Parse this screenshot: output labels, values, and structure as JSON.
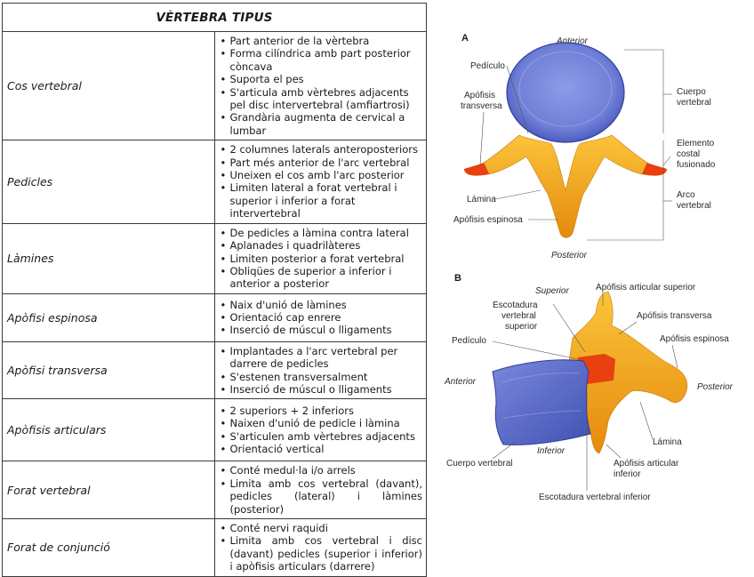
{
  "table": {
    "title": "VÈRTEBRA TIPUS",
    "rows": [
      {
        "term": "Cos vertebral",
        "items": [
          "Part anterior de la vèrtebra",
          "Forma cilíndrica amb part posterior còncava",
          "Suporta el pes",
          "S'articula amb vèrtebres adjacents pel disc intervertebral (amfiartrosi)",
          "Grandària augmenta de cervical a lumbar"
        ]
      },
      {
        "term": "Pedicles",
        "items": [
          "2 columnes laterals anteroposteriors",
          "Part més anterior de l'arc vertebral",
          "Uneixen el cos amb l'arc posterior",
          "Limiten lateral a forat vertebral i superior i inferior a forat intervertebral"
        ]
      },
      {
        "term": "Làmines",
        "items": [
          "De pedicles a làmina contra lateral",
          "Aplanades i quadrilàteres",
          "Limiten posterior a forat vertebral",
          "Obliqües de superior a inferior i anterior a posterior"
        ]
      },
      {
        "term": "Apòfisi espinosa",
        "items": [
          "Naix d'unió de làmines",
          "Orientació cap enrere",
          "Inserció de múscul o lligaments"
        ]
      },
      {
        "term": "Apòfisi transversa",
        "items": [
          "Implantades a l'arc vertebral per darrere de pedicles",
          "S'estenen transversalment",
          "Inserció de múscul o lligaments"
        ]
      },
      {
        "term": "Apòfisis articulars",
        "items": [
          "2 superiors + 2 inferiors",
          "Naixen d'unió de pedicle i làmina",
          "S'articulen amb vèrtebres adjacents",
          "Orientació vertical"
        ]
      },
      {
        "term": "Forat vertebral",
        "items": [
          "Conté medul·la i/o arrels",
          "Limita amb cos vertebral (davant), pedicles (lateral) i làmines (posterior)"
        ]
      },
      {
        "term": "Forat de conjunció",
        "items": [
          "Conté nervi raquidi",
          "Limita amb cos vertebral i disc (davant) pedicles (superior i inferior) i apòfisis articulars (darrere)"
        ]
      }
    ]
  },
  "figure": {
    "colors": {
      "body": "#6f7fd6",
      "body_rim": "#3f4fb5",
      "arch": "#f5b21c",
      "arch_dark": "#e58a0c",
      "costal": "#e8400f"
    },
    "panel_a": {
      "label": "A",
      "anterior": "Anterior",
      "posterior": "Posterior",
      "pediculo": "Pedículo",
      "apofisis_transversa_1": "Apófisis",
      "apofisis_transversa_2": "transversa",
      "lamina": "Lámina",
      "apofisis_espinosa": "Apófisis espinosa",
      "cuerpo_1": "Cuerpo",
      "cuerpo_2": "vertebral",
      "elemento_1": "Elemento",
      "elemento_2": "costal",
      "elemento_3": "fusionado",
      "arco_1": "Arco",
      "arco_2": "vertebral"
    },
    "panel_b": {
      "label": "B",
      "superior": "Superior",
      "inferior": "Inferior",
      "anterior": "Anterior",
      "posterior": "Posterior",
      "articular_superior": "Apófisis articular superior",
      "escotadura_sup_1": "Escotadura",
      "escotadura_sup_2": "vertebral",
      "escotadura_sup_3": "superior",
      "transversa": "Apófisis transversa",
      "espinosa": "Apófisis espinosa",
      "pediculo": "Pedículo",
      "lamina": "Lámina",
      "cuerpo": "Cuerpo vertebral",
      "articular_inferior_1": "Apófisis articular",
      "articular_inferior_2": "inferior",
      "escotadura_inf": "Escotadura vertebral inferior"
    }
  }
}
